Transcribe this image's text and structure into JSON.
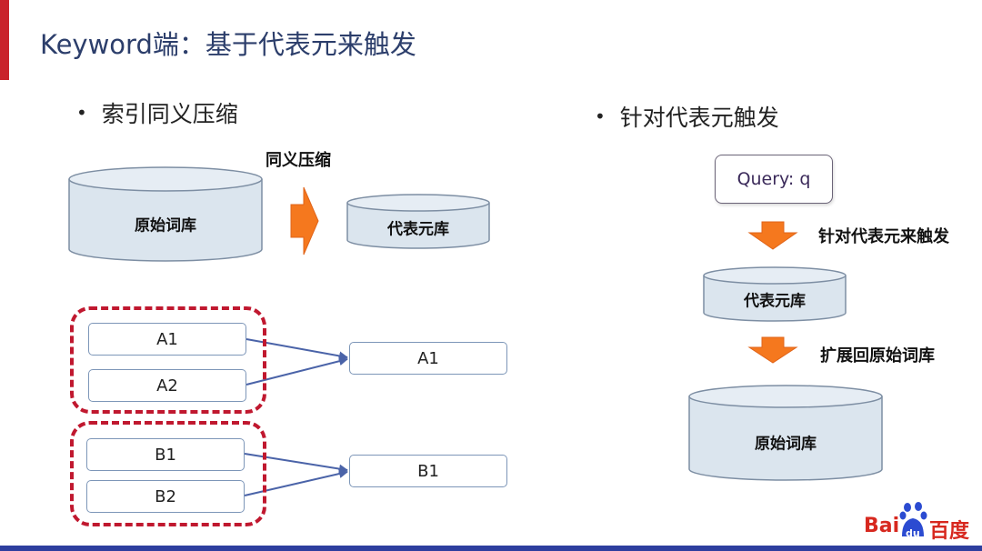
{
  "title": "Keyword端：基于代表元来触发",
  "left": {
    "bullet": "索引同义压缩",
    "arrow_label": "同义压缩",
    "source_db": "原始词库",
    "target_db": "代表元库",
    "group_a": {
      "items": [
        "A1",
        "A2"
      ],
      "target": "A1"
    },
    "group_b": {
      "items": [
        "B1",
        "B2"
      ],
      "target": "B1"
    }
  },
  "right": {
    "bullet": "针对代表元触发",
    "query": "Query: q",
    "step1_label": "针对代表元来触发",
    "rep_db": "代表元库",
    "step2_label": "扩展回原始词库",
    "orig_db": "原始词库"
  },
  "logo": {
    "latin": "Bai",
    "paw": "du",
    "chinese": "百度"
  },
  "colors": {
    "accent": "#c9222a",
    "title": "#2c3e6b",
    "cylinder_fill": "#dbe5ee",
    "cylinder_stroke": "#7d8ea3",
    "arrow_orange": "#f5781e",
    "dash_red": "#c0182f",
    "connector": "#4a63a8",
    "footer": "#2d3e9e"
  }
}
